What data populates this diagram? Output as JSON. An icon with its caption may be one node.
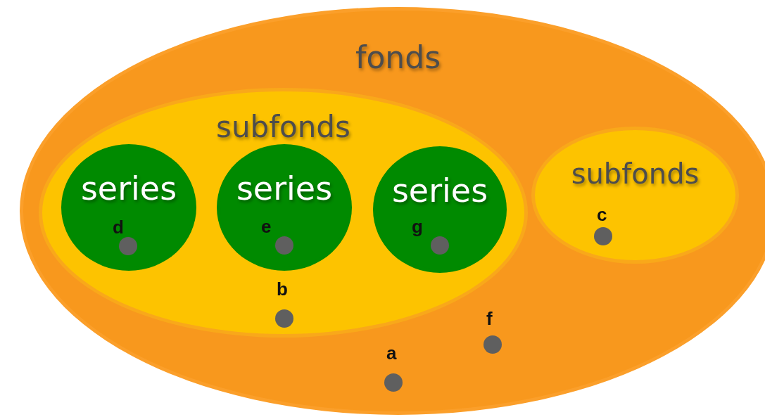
{
  "diagram": {
    "nodes": [
      {
        "text": [
          "fonds"
        ]
      },
      {
        "text": [
          "subfonds"
        ],
        "in": 0
      },
      {
        "text": [
          "series"
        ],
        "in": 1
      },
      {
        "text": [],
        "shape": "circle",
        "beside": [
          "d"
        ],
        "in": 2
      },
      {
        "text": [
          "series"
        ],
        "in": 1
      },
      {
        "text": [],
        "shape": "circle",
        "beside": [
          "e"
        ],
        "in": 4
      },
      {
        "text": [
          "series"
        ],
        "in": 1
      },
      {
        "text": [],
        "shape": "circle",
        "beside": [
          "g"
        ],
        "in": 6
      },
      {
        "text": [],
        "shape": "circle",
        "beside": [
          "b"
        ],
        "in": 1
      },
      {
        "text": [
          "subfonds"
        ],
        "in": 0
      },
      {
        "text": [],
        "shape": "circle",
        "beside": [
          "c"
        ],
        "in": 9
      },
      {
        "text": [],
        "shape": "circle",
        "beside": [
          "f"
        ],
        "in": 0
      },
      {
        "text": [],
        "shape": "circle",
        "beside": [
          "a"
        ],
        "in": 0
      }
    ],
    "edges": []
  }
}
